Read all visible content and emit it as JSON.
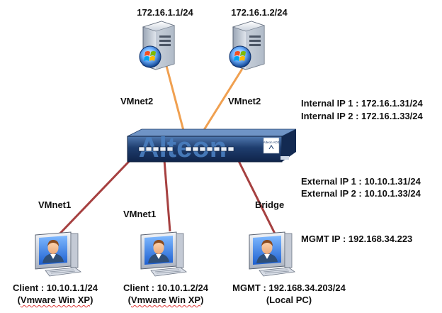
{
  "servers": [
    {
      "ip": "172.16.1.1/24"
    },
    {
      "ip": "172.16.1.2/24"
    }
  ],
  "links": {
    "server1": "VMnet2",
    "server2": "VMnet2",
    "client1": "VMnet1",
    "client2": "VMnet1",
    "mgmt": "Bridge"
  },
  "device": {
    "brand_text": "Alteon",
    "badge": "Alteon AD3"
  },
  "internal_ips": [
    "Internal IP 1 : 172.16.1.31/24",
    "Internal IP 2 : 172.16.1.33/24"
  ],
  "external_ips": [
    "External IP 1 : 10.10.1.31/24",
    "External IP 2 : 10.10.1.33/24"
  ],
  "mgmt_ip": "MGMT IP : 192.168.34.223",
  "clients": [
    {
      "line1": "Client : 10.10.1.1/24",
      "line2": "Vmware Win XP"
    },
    {
      "line1": "Client : 10.10.1.2/24",
      "line2": "Vmware Win XP"
    },
    {
      "line1": "MGMT : 192.168.34.203/24",
      "line2": "(Local PC)"
    }
  ],
  "colors": {
    "vmnet2_link": "#f0a050",
    "vmnet1_link": "#a64040",
    "device_body": "#1f3f6e",
    "device_text": "#4a7fc0"
  },
  "icons": [
    "windows-server-icon",
    "windows-server-icon",
    "alteon-switch-icon",
    "workstation-user-icon",
    "workstation-user-icon",
    "workstation-user-icon"
  ]
}
